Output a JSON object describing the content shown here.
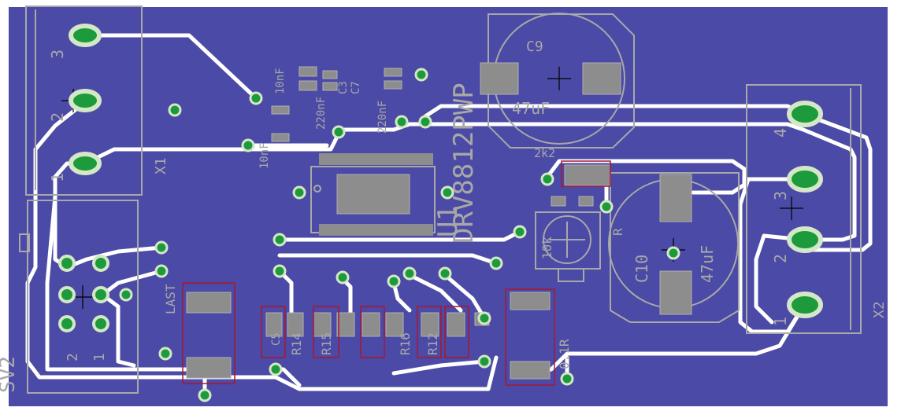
{
  "colors": {
    "board": "#4b4aa6",
    "edge": "#ffffff",
    "trace": "#ffffff",
    "silk": "#a8a8a8",
    "pad": "#1d9a3c",
    "pad_ring": "#d4e7c6",
    "part_outline": "#a81830",
    "pad_fill": "#8d8d8d"
  },
  "labels": {
    "u1_name": "U1",
    "u1_value": "DRV8812PWP",
    "x1": "X1",
    "x2": "X2",
    "sv2": "SV2",
    "c9": "C9",
    "c9_value": "47uF",
    "c10": "C10",
    "c10_value": "47uF",
    "r_value": "10k",
    "r_name": "R",
    "c_small_1": "10nF",
    "c_small_2": "10nF",
    "c_small_3": "220nF",
    "c_small_4": "220nF",
    "c3": "C3",
    "c7": "C7",
    "c5": "C5",
    "last": "LAST",
    "sense": "0.1R",
    "x1_pin1": "1",
    "x1_pin2": "2",
    "x1_pin3": "3",
    "x2_pin1": "1",
    "x2_pin2": "2",
    "x2_pin3": "3",
    "x2_pin4": "4",
    "sv2_pin1": "1",
    "sv2_pin2": "2",
    "r_row_1": "R14",
    "r_row_2": "R15",
    "r_row_3": "R16",
    "r_row_4": "R12",
    "ref_2k2": "2k2"
  }
}
